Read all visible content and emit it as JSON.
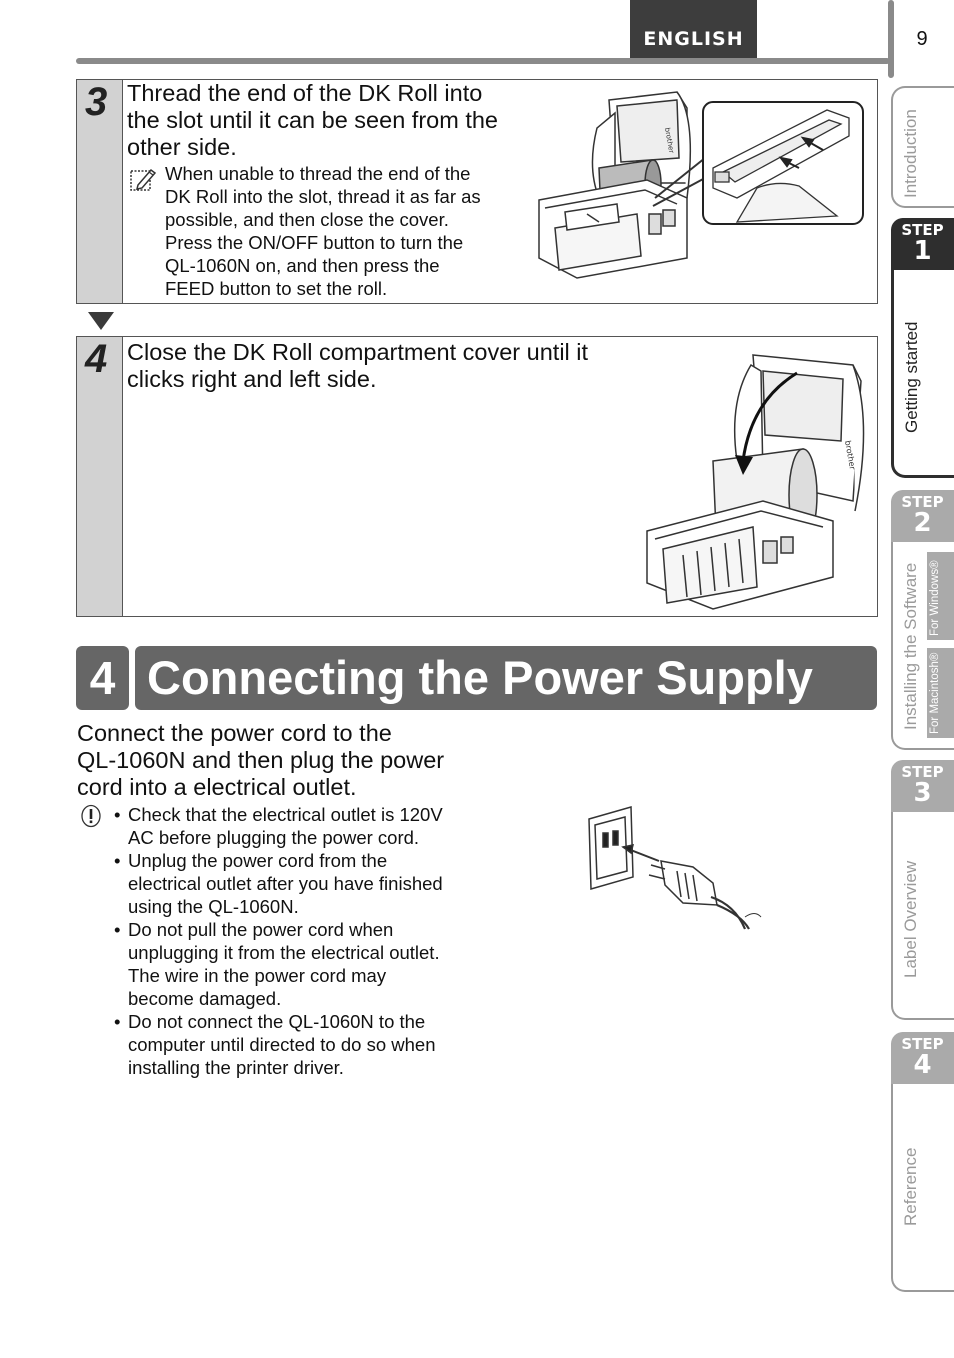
{
  "header": {
    "language": "ENGLISH",
    "page_number": "9"
  },
  "steps": [
    {
      "number": "3",
      "title": "Thread the end of the DK Roll into the slot until it can be seen from the other side.",
      "title_lines": [
        "Thread the end of the DK Roll into",
        "the slot until it can be seen from the",
        "other side."
      ],
      "note_lines": [
        "When unable to thread the end of the",
        "DK Roll into the slot, thread it as far as",
        "possible, and then close the cover.",
        "Press the ON/OFF button to turn the",
        "QL-1060N on, and then press the",
        "FEED button to set the roll."
      ],
      "printer_brand": "brother"
    },
    {
      "number": "4",
      "title_lines": [
        "Close the DK Roll compartment cover until it",
        "clicks right and left side."
      ],
      "printer_brand": "brother"
    }
  ],
  "section": {
    "number": "4",
    "title": "Connecting the Power Supply",
    "intro_lines": [
      "Connect the power cord to the",
      "QL-1060N and then plug the power",
      "cord into a electrical outlet."
    ],
    "cautions": [
      [
        "Check that the electrical outlet is 120V",
        "AC before plugging the power cord."
      ],
      [
        "Unplug the power cord from the",
        "electrical outlet after you have finished",
        "using the QL-1060N."
      ],
      [
        "Do not pull the power cord when",
        "unplugging it from the electrical outlet.",
        "The wire in the power cord may",
        "become damaged."
      ],
      [
        "Do not connect the QL-1060N to the",
        "computer until directed to do so when",
        "installing the printer driver."
      ]
    ]
  },
  "sidebar": {
    "introduction": "Introduction",
    "step1": {
      "badge": "STEP",
      "num": "1",
      "label": "Getting started"
    },
    "step2": {
      "badge": "STEP",
      "num": "2",
      "label": "Installing the Software",
      "sub1": "For Windows®",
      "sub2": "For Macintosh®"
    },
    "step3": {
      "badge": "STEP",
      "num": "3",
      "label": "Label Overview"
    },
    "step4": {
      "badge": "STEP",
      "num": "4",
      "label": "Reference"
    }
  },
  "icons": {
    "note": "pencil-note-icon",
    "caution": "caution-icon",
    "arrow": "down-triangle-icon"
  }
}
